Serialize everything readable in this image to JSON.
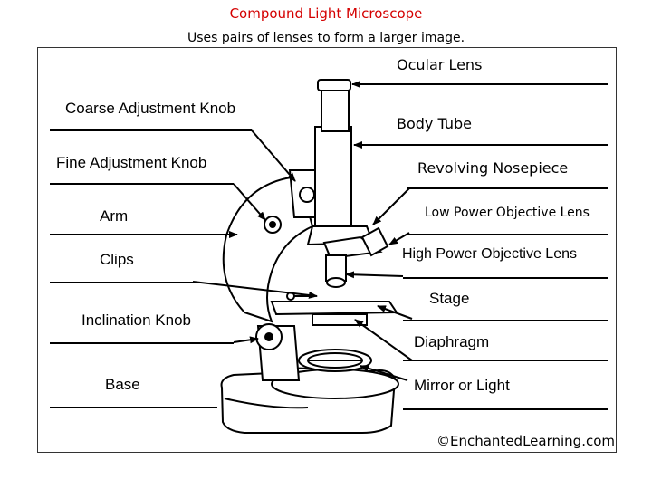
{
  "header": {
    "title": "Compound Light Microscope",
    "subtitle": "Uses pairs of lenses to form a larger image."
  },
  "labels": {
    "ocular_lens": "Ocular Lens",
    "body_tube": "Body Tube",
    "revolving_nosepiece": "Revolving Nosepiece",
    "low_power_objective": "Low Power Objective Lens",
    "high_power_objective": "High Power Objective Lens",
    "stage": "Stage",
    "diaphragm": "Diaphragm",
    "mirror_or_light": "Mirror or Light",
    "coarse_adjustment": "Coarse Adjustment Knob",
    "fine_adjustment": "Fine Adjustment Knob",
    "arm": "Arm",
    "clips": "Clips",
    "inclination_knob": "Inclination Knob",
    "base": "Base"
  },
  "copyright": "©EnchantedLearning.com",
  "colors": {
    "title": "#d40000",
    "ink": "#000000"
  }
}
